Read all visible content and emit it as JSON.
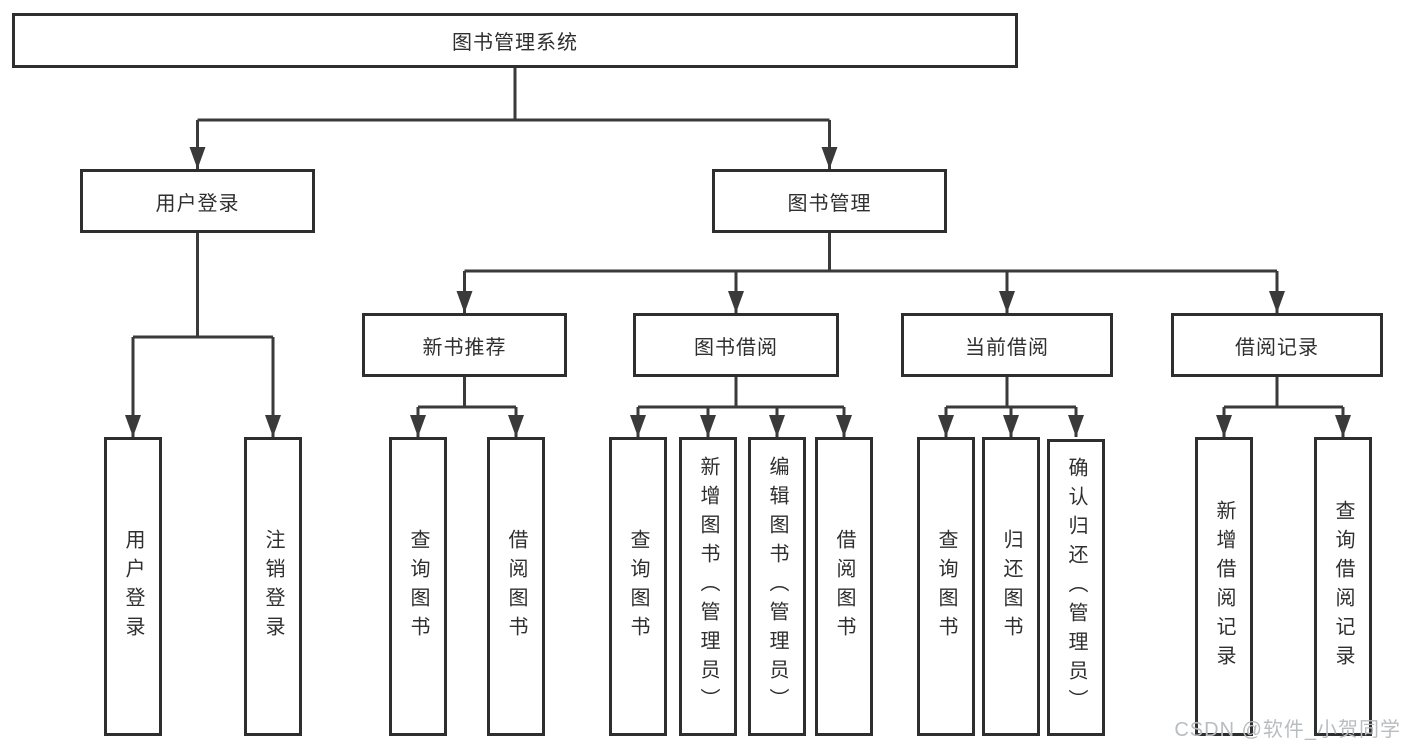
{
  "colors": {
    "box_border": "#2e2e2e",
    "connector_line": "#3a3a3a",
    "text": "#2f2f2f",
    "watermark_text": "#b9bdc0",
    "background": "#ffffff"
  },
  "diagram": {
    "root": {
      "label": "图书管理系统"
    },
    "branches": [
      {
        "label": "用户登录",
        "children": [
          {
            "label": "用户登录"
          },
          {
            "label": "注销登录"
          }
        ]
      },
      {
        "label": "图书管理",
        "children": [
          {
            "label": "新书推荐",
            "children": [
              {
                "label": "查询图书"
              },
              {
                "label": "借阅图书"
              }
            ]
          },
          {
            "label": "图书借阅",
            "children": [
              {
                "label": "查询图书"
              },
              {
                "label": "新增图书（管理员）"
              },
              {
                "label": "编辑图书（管理员）"
              },
              {
                "label": "借阅图书"
              }
            ]
          },
          {
            "label": "当前借阅",
            "children": [
              {
                "label": "查询图书"
              },
              {
                "label": "归还图书"
              },
              {
                "label": "确认归还（管理员）"
              }
            ]
          },
          {
            "label": "借阅记录",
            "children": [
              {
                "label": "新增借阅记录"
              },
              {
                "label": "查询借阅记录"
              }
            ]
          }
        ]
      }
    ]
  },
  "watermark": {
    "text": "CSDN @软件_小贺同学"
  }
}
